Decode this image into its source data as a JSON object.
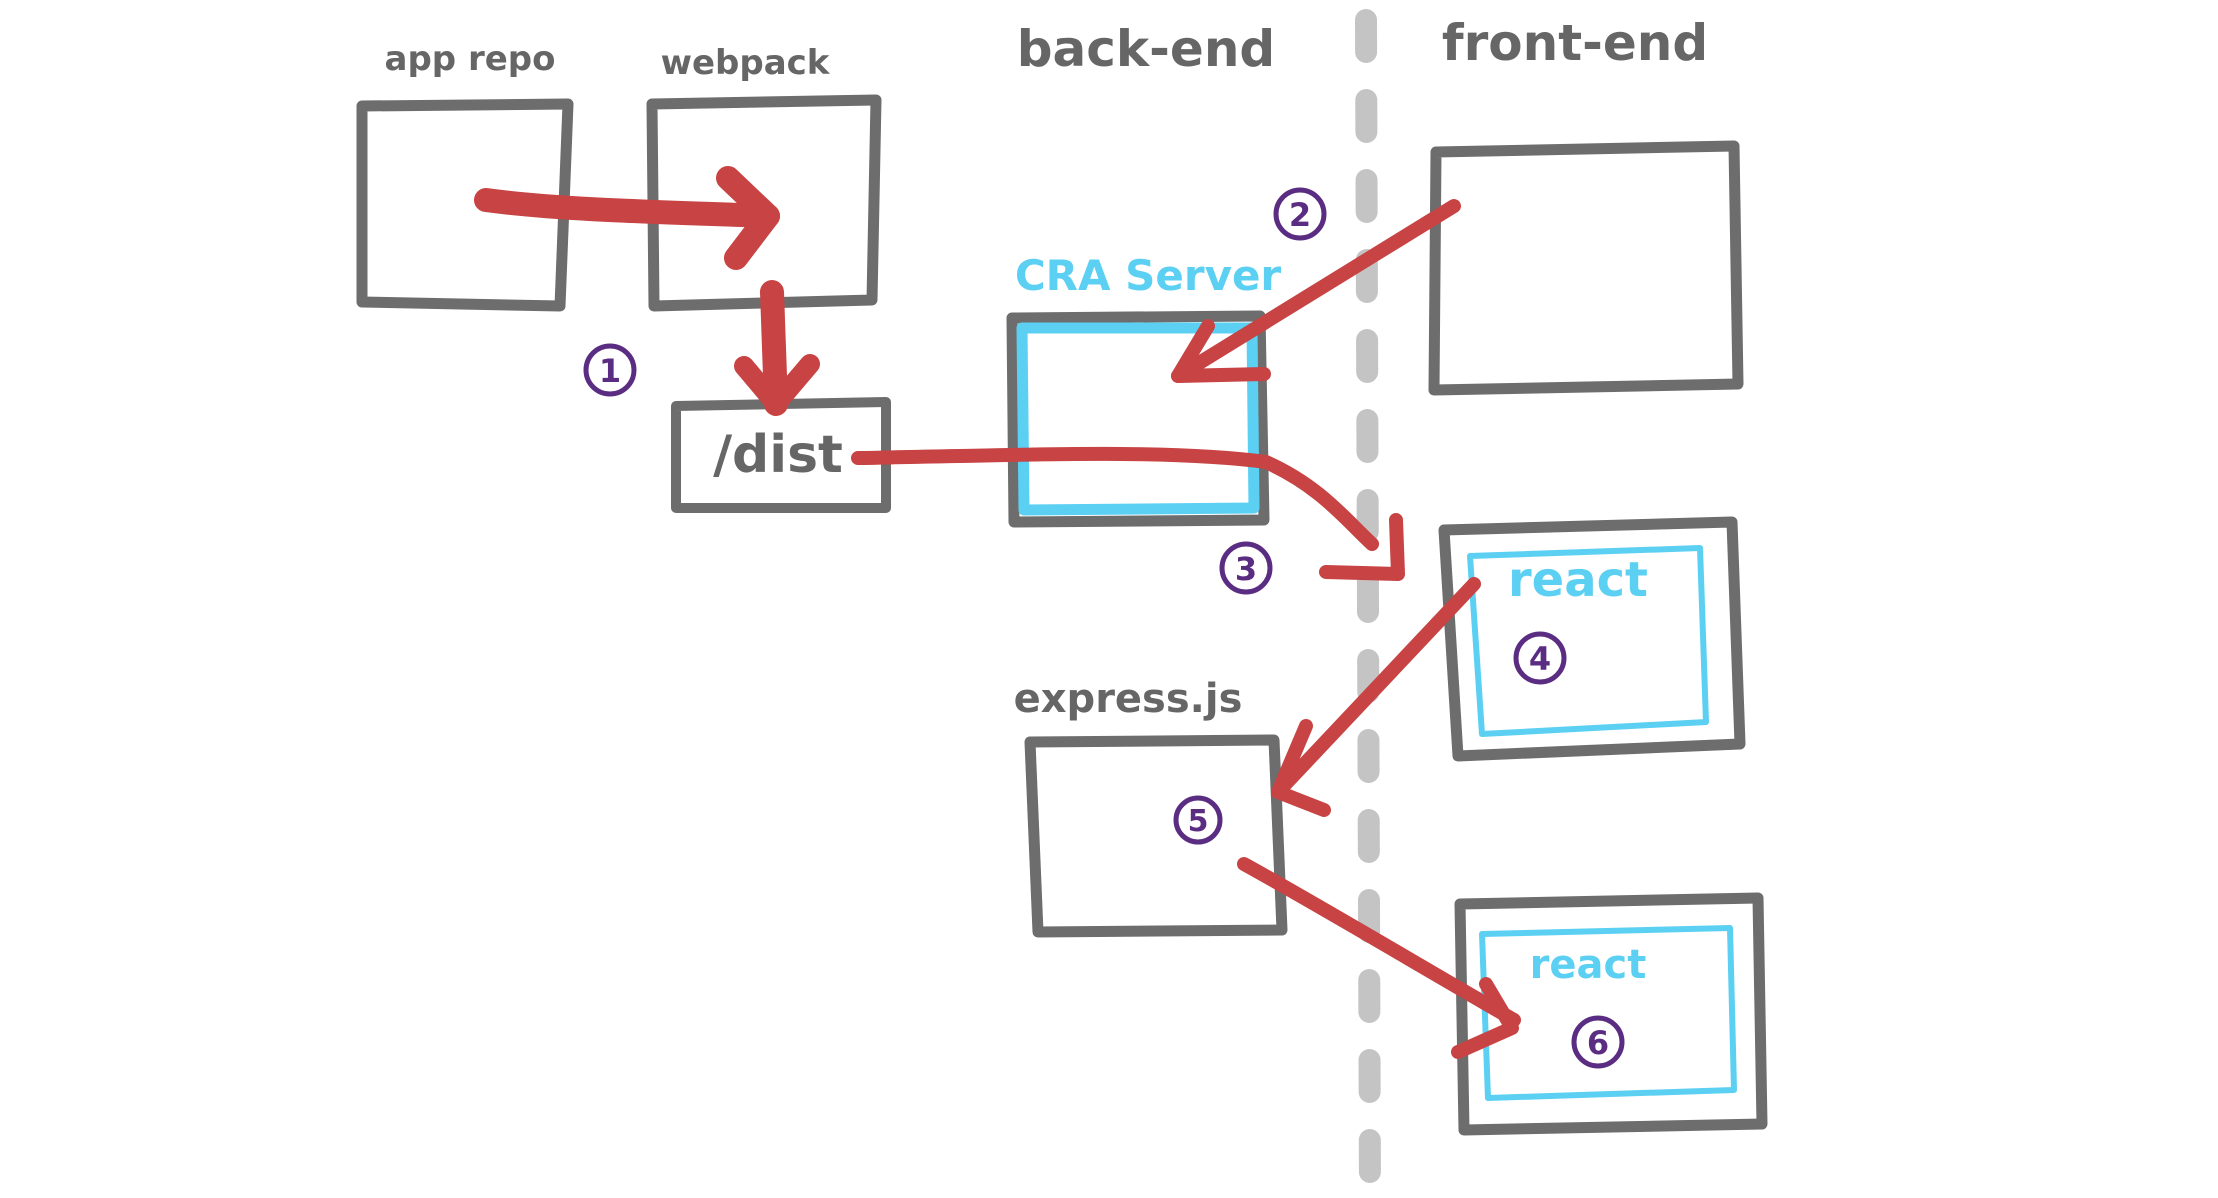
{
  "colors": {
    "box_stroke": "#6d6d6d",
    "arrow": "#c84343",
    "highlight": "#5cd0f2",
    "step_badge": "#5a2d82",
    "divider": "#c4c4c4",
    "background": "#ffffff"
  },
  "columns": {
    "backend": "back-end",
    "frontend": "front-end"
  },
  "nodes": {
    "app_repo": "app repo",
    "webpack": "webpack",
    "dist": "/dist",
    "cra_server": "CRA Server",
    "express": "express.js",
    "react_1": "react",
    "react_2": "react"
  },
  "steps": [
    "1",
    "2",
    "3",
    "4",
    "5",
    "6"
  ]
}
